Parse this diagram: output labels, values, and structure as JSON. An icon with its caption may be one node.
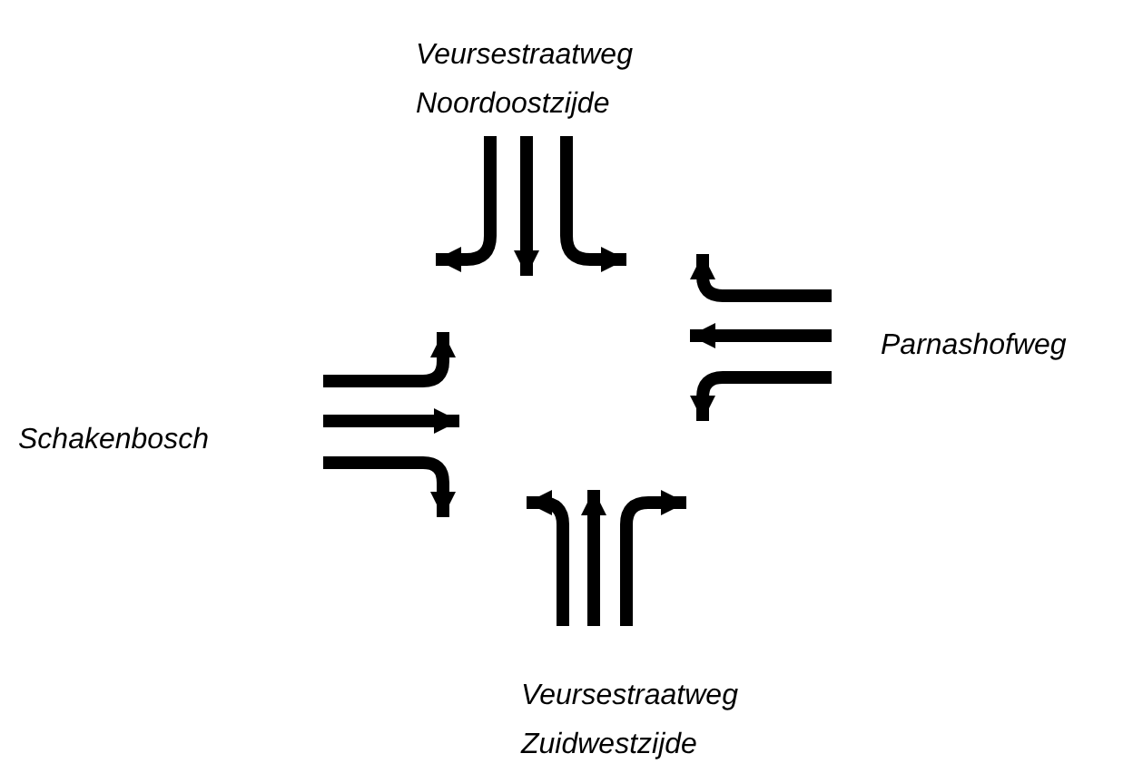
{
  "diagram": {
    "labels": [
      "Veursestraatweg Noordoostzijde",
      "Parnashofweg",
      "Schakenbosch",
      "Veursestraatweg Zuidwestzijde"
    ]
  }
}
